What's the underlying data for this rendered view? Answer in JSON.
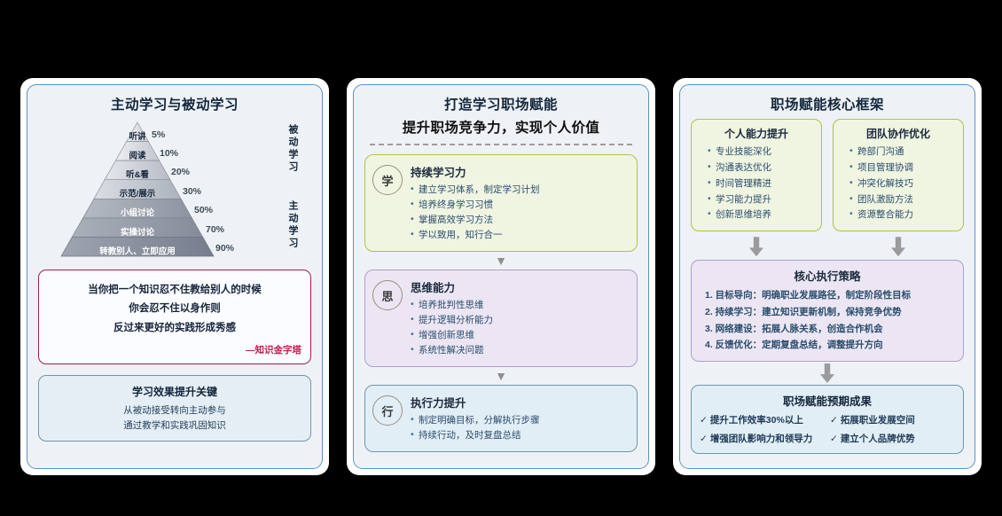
{
  "panel1": {
    "title": "主动学习与被动学习",
    "pyramid": {
      "levels": [
        {
          "label": "听讲",
          "percent": "5%"
        },
        {
          "label": "阅读",
          "percent": "10%"
        },
        {
          "label": "听&看",
          "percent": "20%"
        },
        {
          "label": "示范/展示",
          "percent": "30%"
        },
        {
          "label": "小组讨论",
          "percent": "50%"
        },
        {
          "label": "实操讨论",
          "percent": "70%"
        },
        {
          "label": "转教别人、立即应用",
          "percent": "90%"
        }
      ],
      "side_labels": [
        "被动学习",
        "主动学习"
      ]
    },
    "quote": {
      "lines": [
        "当你把一个知识忍不住教给别人的时候",
        "你会忍不住以身作则",
        "反过来更好的实践形成秀感"
      ],
      "source": "—知识金字塔"
    },
    "key": {
      "title": "学习效果提升关键",
      "lines": [
        "从被动接受转向主动参与",
        "通过教学和实践巩固知识"
      ]
    }
  },
  "panel2": {
    "title": "打造学习职场赋能",
    "subtitle": "提升职场竞争力，实现个人价值",
    "steps": [
      {
        "badge": "学",
        "title": "持续学习力",
        "items": [
          "建立学习体系，制定学习计划",
          "培养终身学习习惯",
          "掌握高效学习方法",
          "学以致用，知行合一"
        ]
      },
      {
        "badge": "思",
        "title": "思维能力",
        "items": [
          "培养批判性思维",
          "提升逻辑分析能力",
          "增强创新思维",
          "系统性解决问题"
        ]
      },
      {
        "badge": "行",
        "title": "执行力提升",
        "items": [
          "制定明确目标，分解执行步骤",
          "持续行动，及时复盘总结"
        ]
      }
    ],
    "arrow_glyph": "▼"
  },
  "panel3": {
    "title": "职场赋能核心框架",
    "columns": [
      {
        "title": "个人能力提升",
        "items": [
          "专业技能深化",
          "沟通表达优化",
          "时间管理精进",
          "学习能力提升",
          "创新思维培养"
        ]
      },
      {
        "title": "团队协作优化",
        "items": [
          "跨部门沟通",
          "项目管理协调",
          "冲突化解技巧",
          "团队激励方法",
          "资源整合能力"
        ]
      }
    ],
    "strategy": {
      "title": "核心执行策略",
      "items": [
        "1. 目标导向：明确职业发展路径，制定阶段性目标",
        "2. 持续学习：建立知识更新机制，保持竞争优势",
        "3. 网络建设：拓展人脉关系，创造合作机会",
        "4. 反馈优化：定期复盘总结，调整提升方向"
      ]
    },
    "outcome": {
      "title": "职场赋能预期成果",
      "check": "✓",
      "items": [
        "提升工作效率30%以上",
        "拓展职业发展空间",
        "增强团队影响力和领导力",
        "建立个人品牌优势"
      ]
    }
  },
  "colors": {
    "background": "#000000",
    "panel_border": "#5b92c4",
    "panel_bg": "#eef2f6",
    "green_border": "#a9c44a",
    "green_bg": "#f0f5e2",
    "purple_border": "#b09ccd",
    "purple_bg": "#ece6f4",
    "blue_border": "#6f94ad",
    "blue_bg": "#e2eef6",
    "quote_border": "#9a1f55",
    "quote_source": "#c31c4b",
    "arrow_gray": "#9b9b9b"
  }
}
